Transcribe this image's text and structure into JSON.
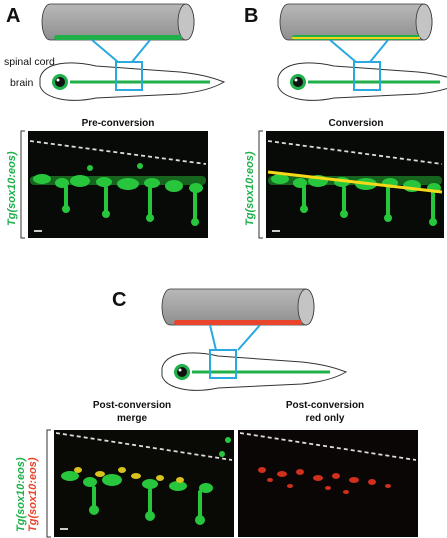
{
  "panels": {
    "a": {
      "letter": "A",
      "caption": "Pre-conversion"
    },
    "b": {
      "letter": "B",
      "caption": "Conversion"
    },
    "c": {
      "letter": "C",
      "caption_merge_1": "Post-conversion",
      "caption_merge_2": "merge",
      "caption_red_1": "Post-conversion",
      "caption_red_2": "red only"
    }
  },
  "labels": {
    "spinal_cord": "spinal cord",
    "brain": "brain",
    "transgene": "Tg(sox10:eos)"
  },
  "colors": {
    "gfp_green": "#1fb04a",
    "eos_red": "#e8452c",
    "laser_yellow": "#f2d21b",
    "box_blue": "#2aa9e0",
    "tube_gray": "#a8a8a8"
  }
}
